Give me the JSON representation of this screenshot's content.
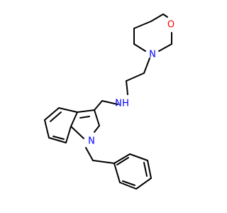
{
  "molecule": {
    "labels": {
      "morpholine_oxygen": "O",
      "morpholine_nitrogen": "N",
      "amine_nitrogen": "N",
      "amine_hydrogen": "H",
      "indole_nitrogen": "N"
    },
    "colors": {
      "bond": "#000000",
      "oxygen": "#ff0000",
      "nitrogen": "#0000ff",
      "background": "#ffffff"
    }
  }
}
